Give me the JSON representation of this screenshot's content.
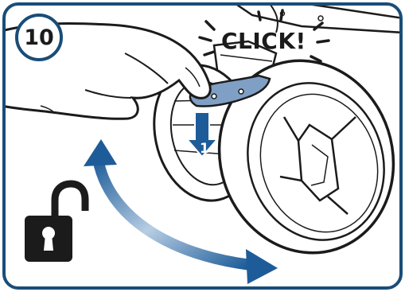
{
  "step": {
    "number": "10"
  },
  "sound": {
    "text": "CLICK!"
  },
  "arrow": {
    "label": "1"
  },
  "icons": {
    "lock": "unlocked-padlock-icon",
    "swivel": "double-headed-curved-arrow-icon",
    "press": "down-arrow-icon"
  },
  "colors": {
    "frame": "#1a4d78",
    "arrow_blue": "#1d5c99",
    "lever_blue": "#7f9fc4",
    "ink": "#1b1b1b"
  }
}
